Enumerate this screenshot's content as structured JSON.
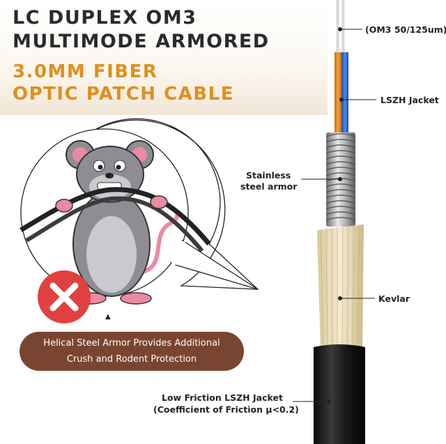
{
  "title": {
    "line1": "LC DUPLEX OM3",
    "line2": "MULTIMODE ARMORED",
    "line3": "3.0MM FIBER",
    "line4": "OPTIC PATCH CABLE"
  },
  "labels": {
    "fiber": "(OM3 50/125um)",
    "inner_jacket": "LSZH Jacket",
    "armor_line1": "Stainless",
    "armor_line2": "steel armor",
    "kevlar": "Kevlar",
    "outer_jacket_line1": "Low Friction LSZH Jacket",
    "outer_jacket_line2": "(Coefficient of Friction μ<0.2)"
  },
  "callout": {
    "line1": "Helical Steel Armor Provides Additional",
    "line2": "Crush and Rodent Protection"
  },
  "icons": {
    "prohibited": "x-icon",
    "pointer": "up-arrow-icon"
  },
  "colors": {
    "title_dark": "#2b2b2b",
    "title_accent": "#e08f1d",
    "callout_bg": "#7a4530",
    "prohibited_red": "#e0413f",
    "jacket_orange": "#e8891e",
    "jacket_blue": "#2f6fd1",
    "kevlar": "#e9ddb8",
    "outer_jacket": "#1c1c1c"
  }
}
